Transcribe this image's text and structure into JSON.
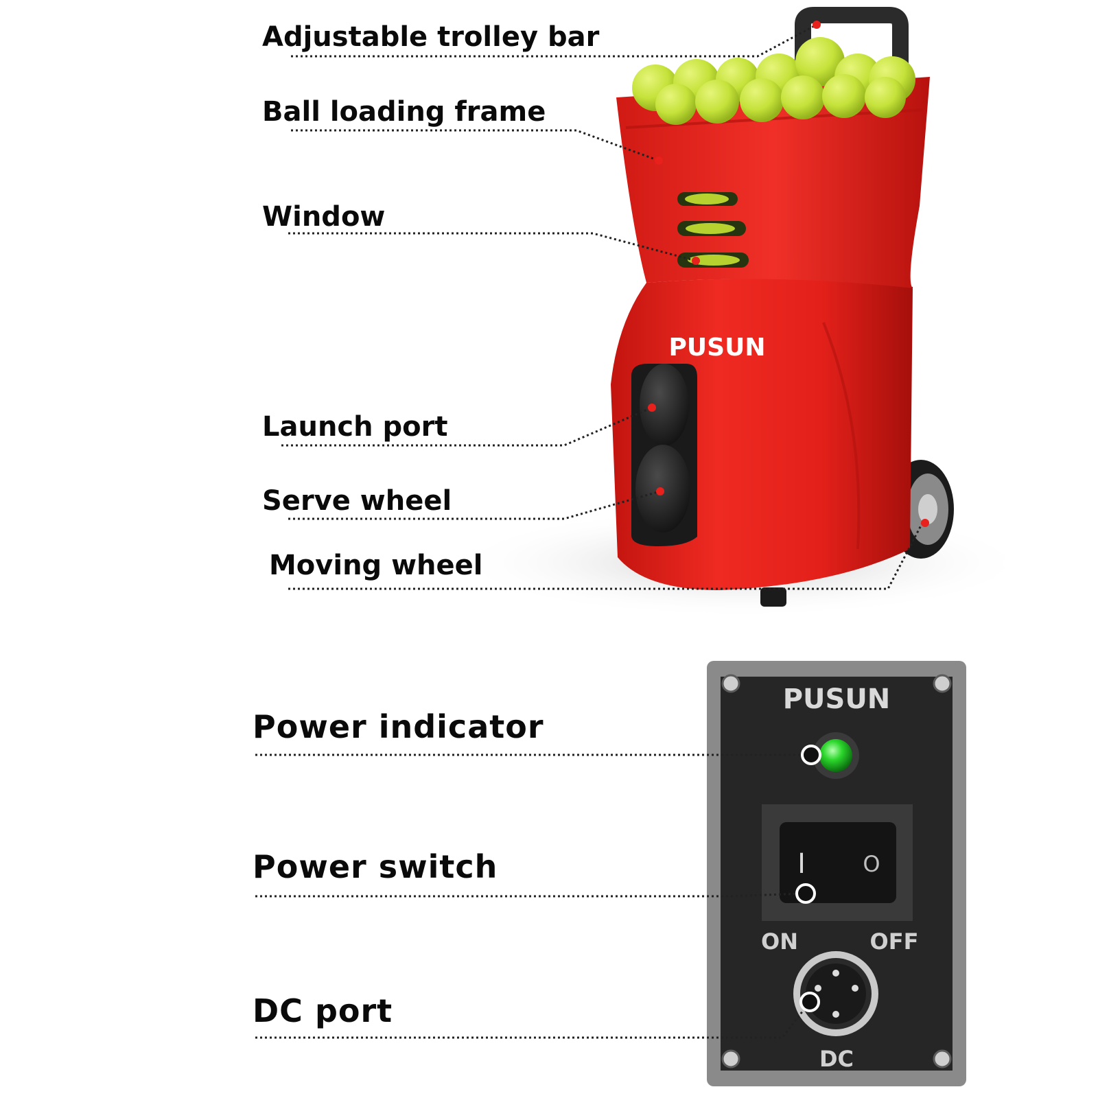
{
  "callouts_top": [
    {
      "label": "Adjustable trolley bar"
    },
    {
      "label": "Ball loading frame"
    },
    {
      "label": "Window"
    },
    {
      "label": "Launch port"
    },
    {
      "label": "Serve wheel"
    },
    {
      "label": "Moving wheel"
    }
  ],
  "callouts_bottom": [
    {
      "label": "Power indicator"
    },
    {
      "label": "Power switch"
    },
    {
      "label": "DC port"
    }
  ],
  "machine": {
    "brand": "PUSUN",
    "body_color": "#e8211c",
    "ball_color": "#c5e23a"
  },
  "panel": {
    "brand": "PUSUN",
    "switch_on_symbol": "I",
    "switch_off_symbol": "O",
    "on_label": "ON",
    "off_label": "OFF",
    "dc_label": "DC",
    "indicator_color": "#2bd62b"
  }
}
